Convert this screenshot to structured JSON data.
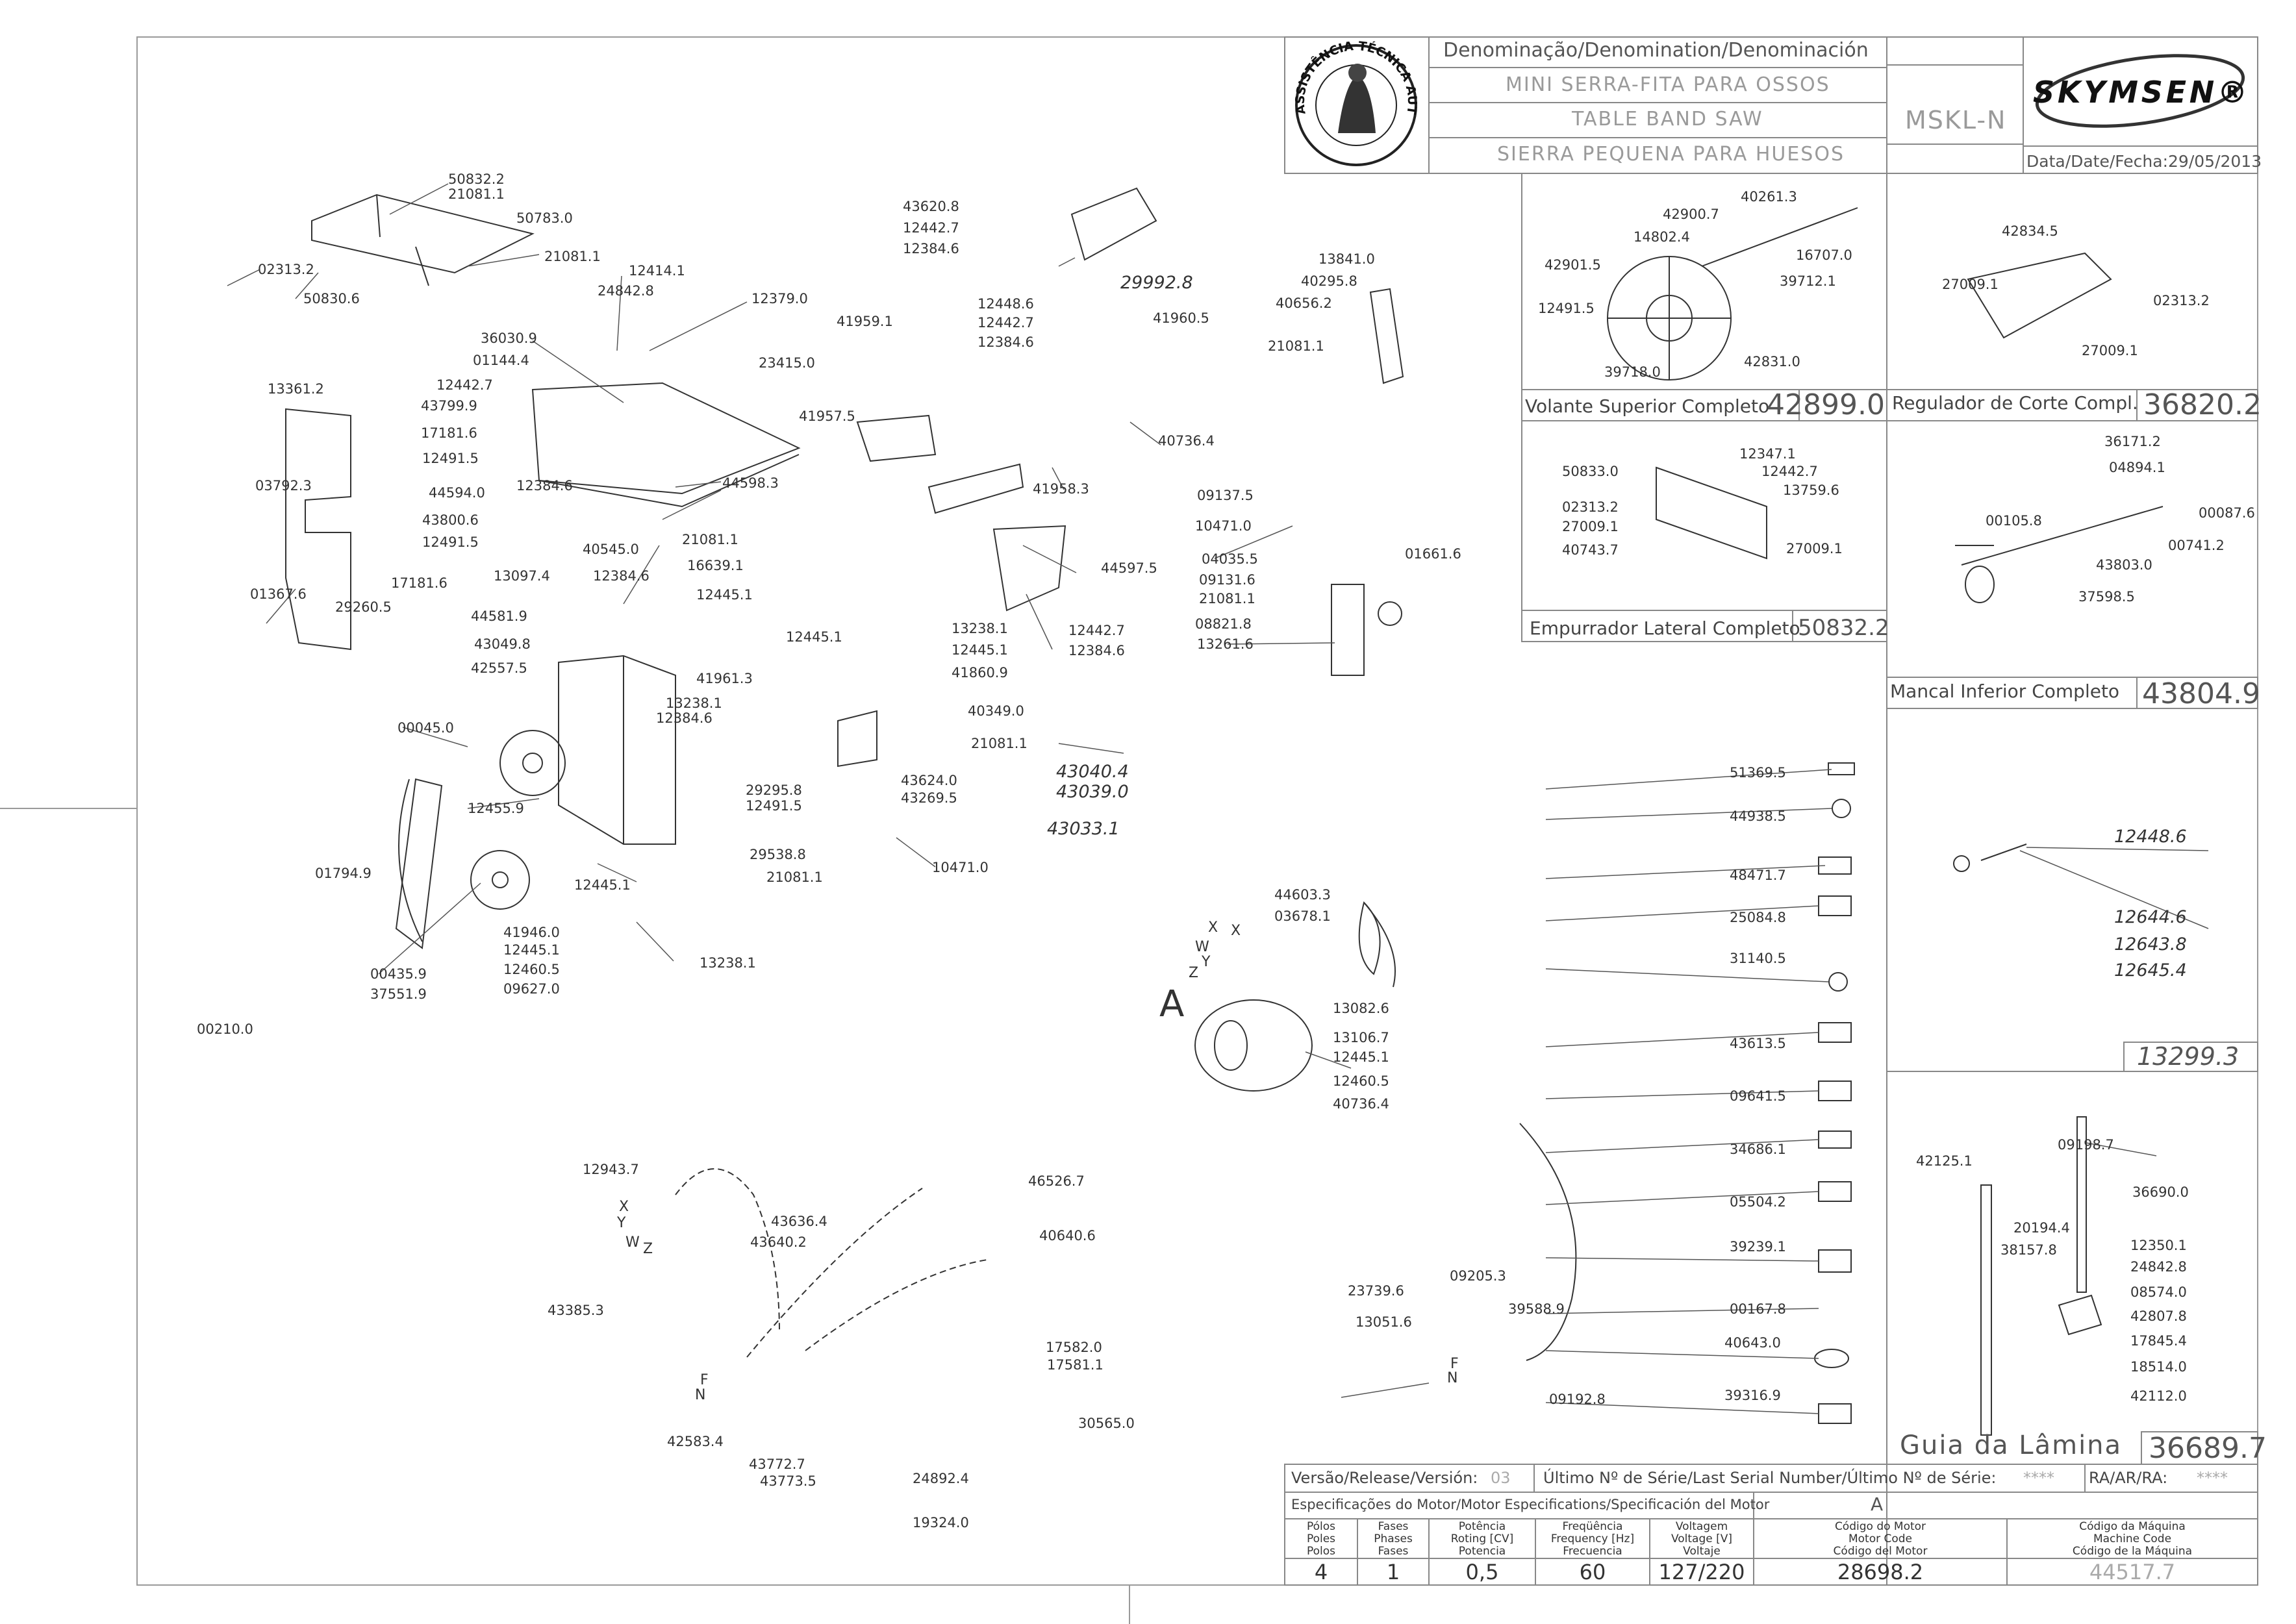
{
  "title_block": {
    "denomination_label": "Denominação/Denomination/Denominación",
    "name_pt": "MINI SERRA-FITA PARA OSSOS",
    "name_en": "TABLE BAND SAW",
    "name_es": "SIERRA PEQUENA PARA HUESOS",
    "model": "MSKL-N",
    "brand": "SKYMSEN",
    "date_label": "Data/Date/Fecha:",
    "date_value": "29/05/2013",
    "seal_text": "ASSISTÊNCIA TÉCNICA AUTORIZADA"
  },
  "footer": {
    "version_label": "Versão/Release/Versión:",
    "version_value": "03",
    "serial_label": "Último Nº de Série/Last Serial Number/Último Nº de Série:",
    "serial_value": "****",
    "ra_label": "RA/AR/RA:",
    "ra_value": "****",
    "motor_specs_label": "Especificações do Motor/Motor Especifications/Specificación del Motor",
    "motor_letter": "A",
    "col_poles": [
      "Pólos",
      "Poles",
      "Polos"
    ],
    "col_phases": [
      "Fases",
      "Phases",
      "Fases"
    ],
    "col_power": [
      "Potência",
      "Roting [CV]",
      "Potencia"
    ],
    "col_freq": [
      "Freqüência",
      "Frequency [Hz]",
      "Frecuencia"
    ],
    "col_voltage": [
      "Voltagem",
      "Voltage [V]",
      "Voltaje"
    ],
    "col_motor_code": [
      "Código do Motor",
      "Motor Code",
      "Código del Motor"
    ],
    "col_machine_code": [
      "Código da Máquina",
      "Machine Code",
      "Código de la Máquina"
    ],
    "val_poles": "4",
    "val_phases": "1",
    "val_power": "0,5",
    "val_freq": "60",
    "val_voltage": "127/220",
    "val_motor_code": "28698.2",
    "val_machine_code": "44517.7"
  },
  "subassemblies": {
    "volante_label": "Volante Superior Completo",
    "volante_code": "42899.0",
    "regulador_label": "Regulador de Corte Compl.",
    "regulador_code": "36820.2",
    "empurrador_label": "Empurrador Lateral Completo",
    "empurrador_code": "50832.2",
    "mancal_label": "Mancal Inferior Completo",
    "mancal_code": "43804.9",
    "tension_code": "13299.3",
    "guia_label": "Guia da Lâmina",
    "guia_code": "36689.7"
  },
  "motor_letter_label": "A",
  "wire_letters": {
    "w": "W",
    "x": "X",
    "y": "Y",
    "z": "Z",
    "f": "F",
    "n": "N"
  },
  "part_labels": {
    "p1": "50832.2",
    "p2": "21081.1",
    "p3": "50783.0",
    "p4": "21081.1",
    "p5": "02313.2",
    "p6": "50830.6",
    "p7": "12414.1",
    "p8": "24842.8",
    "p9": "12379.0",
    "p10": "36030.9",
    "p11": "01144.4",
    "p12": "12442.7",
    "p13": "43799.9",
    "p14": "17181.6",
    "p15": "12491.5",
    "p16": "13361.2",
    "p17": "03792.3",
    "p18": "44594.0",
    "p19": "43800.6",
    "p20": "12491.5",
    "p21": "17181.6",
    "p22": "12384.6",
    "p23": "23415.0",
    "p24": "44598.3",
    "p25": "21081.1",
    "p26": "40545.0",
    "p27": "12384.6",
    "p28": "16639.1",
    "p29": "12445.1",
    "p30": "13097.4",
    "p31": "01367.6",
    "p32": "29260.5",
    "p33": "44581.9",
    "p34": "43049.8",
    "p35": "42557.5",
    "p36": "00045.0",
    "p37": "41961.3",
    "p38": "12445.1",
    "p39": "13238.1",
    "p40": "12384.6",
    "p41": "12455.9",
    "p42": "29295.8",
    "p43": "12491.5",
    "p44": "29538.8",
    "p45": "21081.1",
    "p46": "01794.9",
    "p47": "12445.1",
    "p48": "41946.0",
    "p49": "12445.1",
    "p50": "12460.5",
    "p51": "09627.0",
    "p52": "13238.1",
    "p53": "00435.9",
    "p54": "37551.9",
    "p55": "00210.0",
    "p56": "43620.8",
    "p57": "12442.7",
    "p58": "12384.6",
    "p59": "29992.8",
    "p60": "41960.5",
    "p61": "40736.4",
    "p62": "12448.6",
    "p63": "12442.7",
    "p64": "12384.6",
    "p65": "41959.1",
    "p66": "41957.5",
    "p67": "41958.3",
    "p68": "44597.5",
    "p69": "12442.7",
    "p70": "12384.6",
    "p71": "13238.1",
    "p72": "12445.1",
    "p73": "41860.9",
    "p74": "40349.0",
    "p75": "21081.1",
    "p76": "43624.0",
    "p77": "43269.5",
    "p78": "43040.4",
    "p79": "43039.0",
    "p80": "43033.1",
    "p81": "10471.0",
    "p82": "13841.0",
    "p83": "40295.8",
    "p84": "40656.2",
    "p85": "21081.1",
    "p86": "09137.5",
    "p87": "10471.0",
    "p88": "04035.5",
    "p89": "09131.6",
    "p90": "21081.1",
    "p91": "08821.8",
    "p92": "13261.6",
    "p93": "01661.6",
    "p94": "44603.3",
    "p95": "03678.1",
    "p96": "13082.6",
    "p97": "13106.7",
    "p98": "12445.1",
    "p99": "12460.5",
    "p100": "40736.4",
    "p101": "12943.7",
    "p102": "43385.3",
    "p103": "43636.4",
    "p104": "43640.2",
    "p105": "46526.7",
    "p106": "40640.6",
    "p107": "17582.0",
    "p108": "17581.1",
    "p109": "30565.0",
    "p110": "42583.4",
    "p111": "43772.7",
    "p112": "43773.5",
    "p113": "24892.4",
    "p114": "19324.0",
    "p115": "23739.6",
    "p116": "09205.3",
    "p117": "13051.6",
    "p118": "39588.9",
    "p119": "09192.8",
    "v1": "40261.3",
    "v2": "42900.7",
    "v3": "14802.4",
    "v4": "42901.5",
    "v5": "16707.0",
    "v6": "39712.1",
    "v7": "12491.5",
    "v8": "42831.0",
    "v9": "39718.0",
    "r1": "42834.5",
    "r2": "27009.1",
    "r3": "02313.2",
    "r4": "27009.1",
    "e1": "12347.1",
    "e2": "12442.7",
    "e3": "50833.0",
    "e4": "13759.6",
    "e5": "02313.2",
    "e6": "27009.1",
    "e7": "40743.7",
    "e8": "27009.1",
    "m1": "36171.2",
    "m2": "04894.1",
    "m3": "00105.8",
    "m4": "00087.6",
    "m5": "00741.2",
    "m6": "43803.0",
    "m7": "37598.5",
    "t1": "12448.6",
    "t2": "12644.6",
    "t3": "12643.8",
    "t4": "12645.4",
    "g1": "09198.7",
    "g2": "42125.1",
    "g3": "36690.0",
    "g4": "20194.4",
    "g5": "12350.1",
    "g6": "38157.8",
    "g7": "24842.8",
    "g8": "08574.0",
    "g9": "42807.8",
    "g10": "17845.4",
    "g11": "18514.0",
    "g12": "42112.0",
    "s1": "51369.5",
    "s2": "44938.5",
    "s3": "48471.7",
    "s4": "25084.8",
    "s5": "31140.5",
    "s6": "43613.5",
    "s7": "09641.5",
    "s8": "34686.1",
    "s9": "05504.2",
    "s10": "39239.1",
    "s11": "00167.8",
    "s12": "40643.0",
    "s13": "39316.9"
  }
}
